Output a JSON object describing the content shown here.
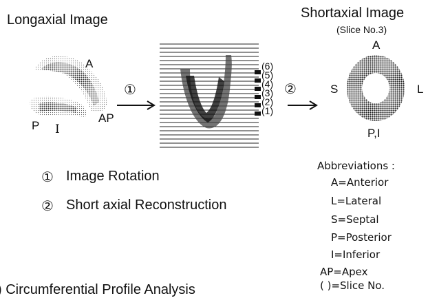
{
  "titles": {
    "longaxial": "Longaxial Image",
    "shortaxial": "Shortaxial Image",
    "slice": "(Slice No.3)"
  },
  "long_labels": {
    "a": "A",
    "ap": "AP",
    "p": "P",
    "i": "I"
  },
  "short_labels": {
    "a": "A",
    "s": "S",
    "l": "L",
    "pi": "P,I"
  },
  "step_markers": {
    "one": "①",
    "two": "②"
  },
  "slice_numbers": [
    "(6)",
    "(5)",
    "(4)",
    "(3)",
    "(2)",
    "(1)"
  ],
  "steps": [
    {
      "marker": "①",
      "label": "Image Rotation"
    },
    {
      "marker": "②",
      "label": "Short axial Reconstruction"
    }
  ],
  "abbreviations": {
    "title": "Abbreviations :",
    "items": [
      "A=Anterior",
      "L=Lateral",
      "S=Septal",
      "P=Posterior",
      "I=Inferior",
      "AP=Apex",
      "( )=Slice No."
    ]
  },
  "footer_partial": ") Circumferential Profile Analysis",
  "colors": {
    "ink": "#111111",
    "gray": "#777777"
  }
}
